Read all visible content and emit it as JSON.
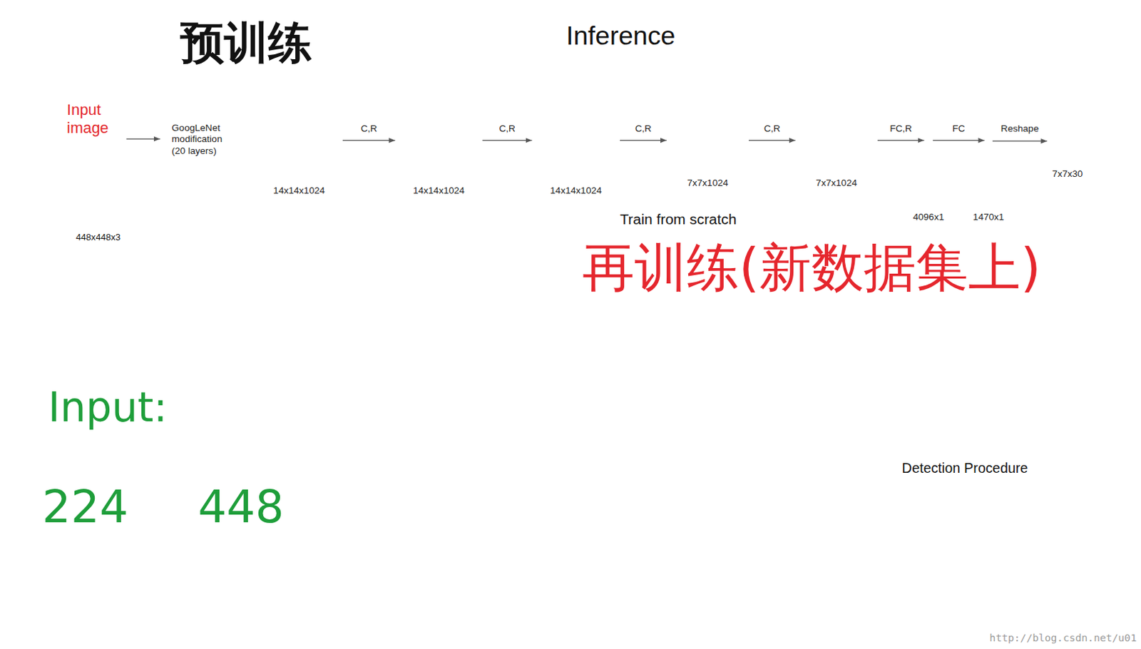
{
  "diagram": {
    "title": "Inference",
    "nodes": [
      {
        "text": [
          "Input image"
        ]
      },
      {
        "text": [
          "GoogLeNet modification (20 layers)"
        ]
      },
      {
        "text": [
          "14x14x1024"
        ]
      },
      {
        "text": [
          "Train from scratch"
        ]
      },
      {
        "text": [
          "14x14x1024"
        ],
        "in": 3
      },
      {
        "text": [
          "14x14x1024"
        ],
        "in": 3
      },
      {
        "text": [
          "7x7x1024"
        ],
        "in": 3
      },
      {
        "text": [
          "7x7x1024"
        ],
        "in": 3
      },
      {
        "text": [
          "4096x1"
        ],
        "in": 3
      },
      {
        "text": [
          "1470x1"
        ],
        "in": 3
      },
      {
        "text": [
          "7x7x30"
        ]
      }
    ],
    "edges": [
      {
        "from": 0,
        "to": 1,
        "arrow": "to"
      },
      {
        "from": 2,
        "to": 4,
        "arrow": "to",
        "label": "C,R"
      },
      {
        "from": 4,
        "to": 5,
        "arrow": "to",
        "label": "C,R"
      },
      {
        "from": 5,
        "to": 6,
        "arrow": "to",
        "label": "C,R"
      },
      {
        "from": 6,
        "to": 7,
        "arrow": "to",
        "label": "C,R"
      },
      {
        "from": 7,
        "to": 8,
        "arrow": "to",
        "label": "FC,R"
      },
      {
        "from": 8,
        "to": 9,
        "arrow": "to",
        "label": "FC"
      },
      {
        "from": 9,
        "to": 10,
        "arrow": "to",
        "label": "Reshape"
      }
    ],
    "labels": [
      "预训练",
      "448x448x3",
      "Input:",
      "224",
      "448",
      "再训练(新数据集上)",
      "Detection Procedure",
      "http://blog.csdn.net/u01"
    ]
  }
}
